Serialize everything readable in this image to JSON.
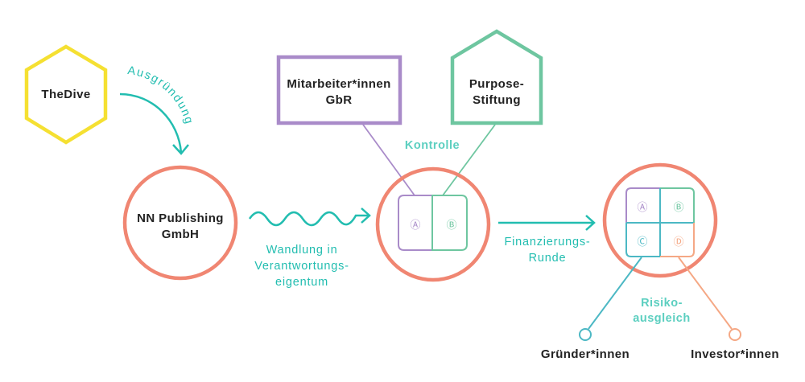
{
  "colors": {
    "yellow": "#f5e032",
    "coral": "#f08672",
    "purple": "#a98bc9",
    "green": "#6ec6a0",
    "teal": "#22bdb0",
    "teal_light": "#5ccfc0",
    "blue_teal": "#4cb8c4",
    "peach": "#f5a885",
    "text": "#222222"
  },
  "nodes": {
    "thedive": {
      "label": "TheDive",
      "shape": "hexagon"
    },
    "nn_publishing": {
      "line1": "NN Publishing",
      "line2": "GmbH",
      "shape": "circle"
    },
    "mitarbeiter": {
      "line1": "Mitarbeiter*innen",
      "line2": "GbR",
      "shape": "rectangle"
    },
    "purpose": {
      "line1": "Purpose-",
      "line2": "Stiftung",
      "shape": "house"
    },
    "gruender": {
      "label": "Gründer*innen"
    },
    "investor": {
      "label": "Investor*innen"
    }
  },
  "edges": {
    "ausgruendung": {
      "label": "Ausgründung",
      "icon": "curved-arrow-icon"
    },
    "wandlung": {
      "line1": "Wandlung in",
      "line2": "Verantwortungs-",
      "line3": "eigentum",
      "icon": "wavy-arrow-icon"
    },
    "kontrolle": {
      "label": "Kontrolle"
    },
    "finanzierung": {
      "line1": "Finanzierungs-",
      "line2": "Runde",
      "icon": "arrow-right-icon"
    },
    "risiko": {
      "line1": "Risiko-",
      "line2": "ausgleich"
    }
  },
  "shares": {
    "middle": [
      {
        "letter": "Ⓐ",
        "owner": "mitarbeiter"
      },
      {
        "letter": "Ⓑ",
        "owner": "purpose"
      }
    ],
    "right": [
      {
        "letter": "Ⓐ",
        "owner": "mitarbeiter"
      },
      {
        "letter": "Ⓑ",
        "owner": "purpose"
      },
      {
        "letter": "Ⓒ",
        "owner": "gruender"
      },
      {
        "letter": "Ⓓ",
        "owner": "investor"
      }
    ]
  }
}
